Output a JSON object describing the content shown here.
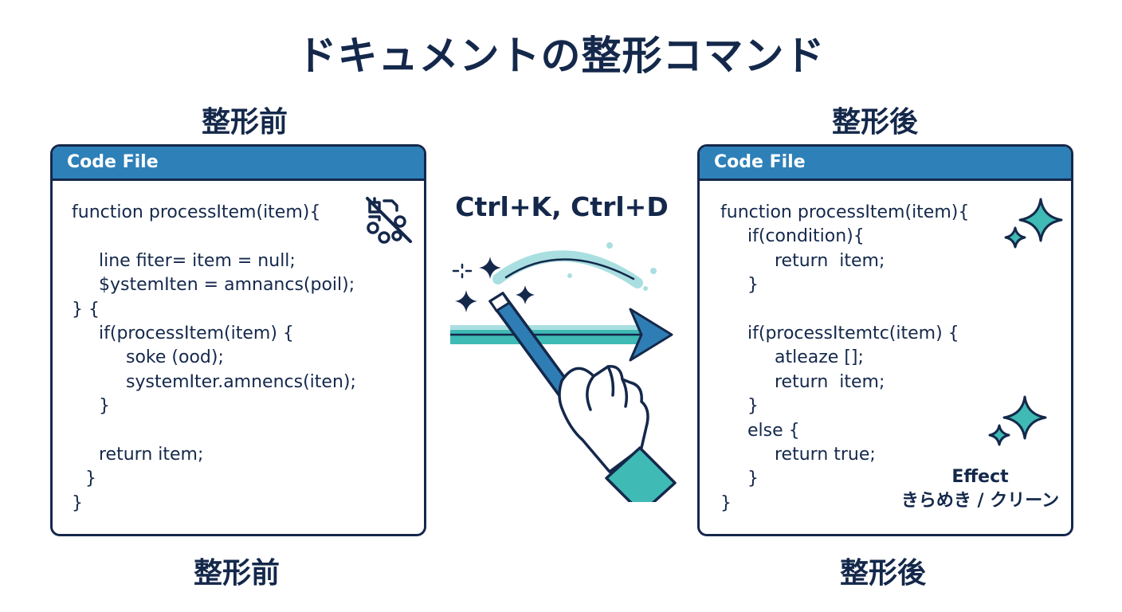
{
  "title": "ドキュメントの整形コマンド",
  "before": {
    "heading": "整形前",
    "footer": "整形前",
    "panel_title": "Code File",
    "lines": [
      {
        "text": "function processItem(item){",
        "indent": 0
      },
      {
        "text": "",
        "indent": 0
      },
      {
        "text": "line fiter= item = null;",
        "indent": 1
      },
      {
        "text": "$ystemIten = amnancs(poil);",
        "indent": 1
      },
      {
        "text": "} {",
        "indent": 0
      },
      {
        "text": "if(processItem(item) {",
        "indent": 1
      },
      {
        "text": "soke (ood);",
        "indent": 2
      },
      {
        "text": "systemIter.amnencs(iten);",
        "indent": 2
      },
      {
        "text": "}",
        "indent": 1
      },
      {
        "text": "",
        "indent": 0
      },
      {
        "text": "return item;",
        "indent": 1
      },
      {
        "text": "}",
        "indent": 0.5
      },
      {
        "text": "}",
        "indent": 0
      }
    ],
    "icon": "messy-code-icon"
  },
  "after": {
    "heading": "整形後",
    "footer": "整形後",
    "panel_title": "Code File",
    "lines": [
      {
        "text": "function processItem(item){",
        "indent": 0
      },
      {
        "text": "if(condition){",
        "indent": 1
      },
      {
        "text": "return  item;",
        "indent": 2
      },
      {
        "text": "}",
        "indent": 1
      },
      {
        "text": "",
        "indent": 0
      },
      {
        "text": "if(processItemtc(item) {",
        "indent": 1
      },
      {
        "text": "atleaze [];",
        "indent": 2
      },
      {
        "text": "return  item;",
        "indent": 2
      },
      {
        "text": "}",
        "indent": 1
      },
      {
        "text": "else {",
        "indent": 1
      },
      {
        "text": "return true;",
        "indent": 2
      },
      {
        "text": "}",
        "indent": 1
      },
      {
        "text": "}",
        "indent": 0
      }
    ],
    "effect_label": "Effect",
    "effect_text": "きらめき / クリーン",
    "icon": "sparkle-icon"
  },
  "shortcut": "Ctrl+K, Ctrl+D",
  "center_icons": [
    "magic-wand-icon",
    "hand-icon",
    "right-arrow-icon",
    "sparkle-icon"
  ],
  "colors": {
    "navy": "#14284b",
    "header_blue": "#2e80b8",
    "teal": "#3fbab5",
    "light_teal": "#a9dfe0",
    "arrow_blue": "#2f7db5"
  }
}
